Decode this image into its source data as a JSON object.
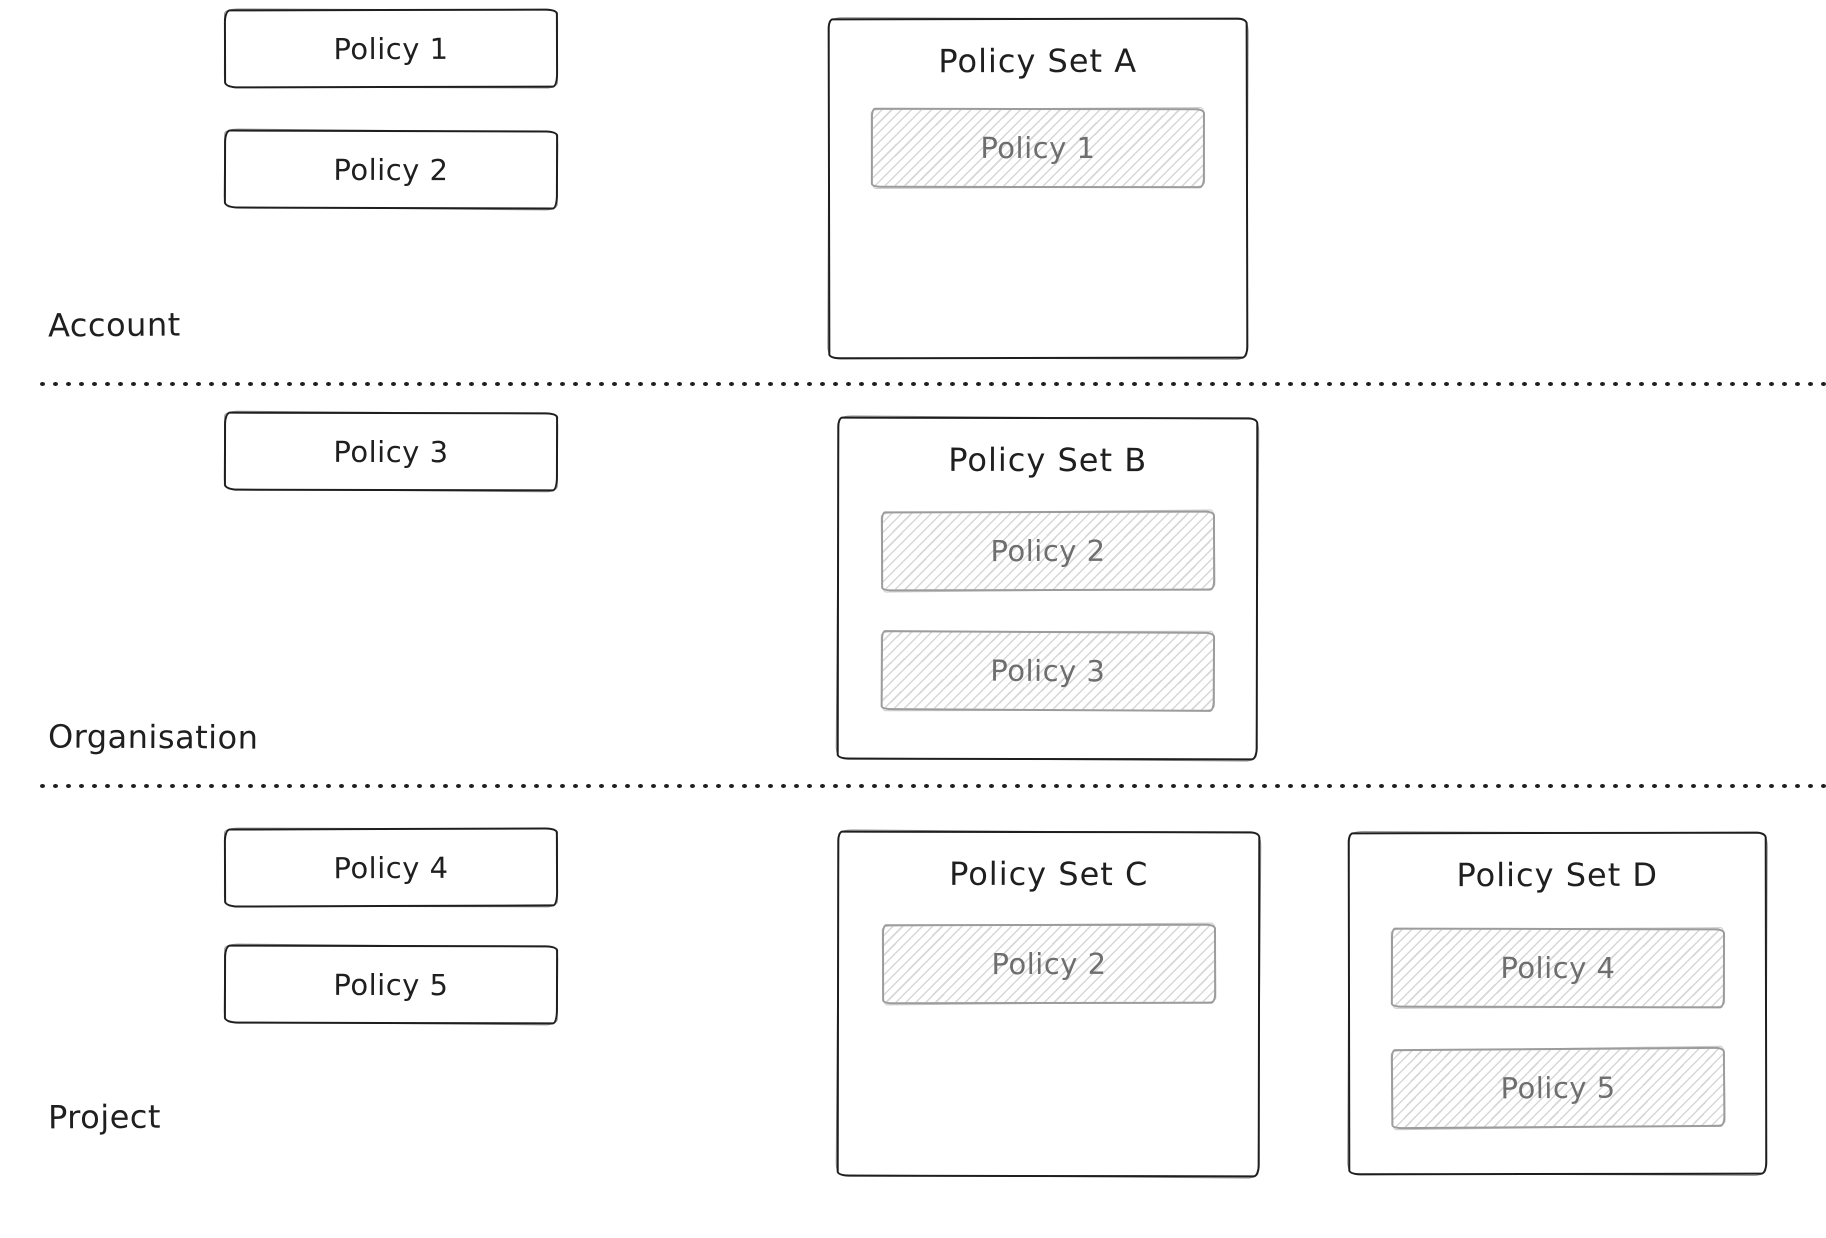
{
  "colors": {
    "ink": "#1f1f1f",
    "muted_text": "#6e6e6e",
    "muted_border": "#9c9c9c",
    "hatch_line": "#d7d7d7",
    "canvas_bg": "#ffffff"
  },
  "rows": [
    {
      "label": "Account",
      "policies": [
        {
          "label": "Policy 1"
        },
        {
          "label": "Policy 2"
        }
      ],
      "sets": [
        {
          "title": "Policy Set A",
          "members": [
            {
              "label": "Policy 1"
            }
          ]
        }
      ]
    },
    {
      "label": "Organisation",
      "policies": [
        {
          "label": "Policy 3"
        }
      ],
      "sets": [
        {
          "title": "Policy Set B",
          "members": [
            {
              "label": "Policy 2"
            },
            {
              "label": "Policy 3"
            }
          ]
        }
      ]
    },
    {
      "label": "Project",
      "policies": [
        {
          "label": "Policy 4"
        },
        {
          "label": "Policy 5"
        }
      ],
      "sets": [
        {
          "title": "Policy Set C",
          "members": [
            {
              "label": "Policy 2"
            }
          ]
        },
        {
          "title": "Policy Set D",
          "members": [
            {
              "label": "Policy 4"
            },
            {
              "label": "Policy 5"
            }
          ]
        }
      ]
    }
  ]
}
